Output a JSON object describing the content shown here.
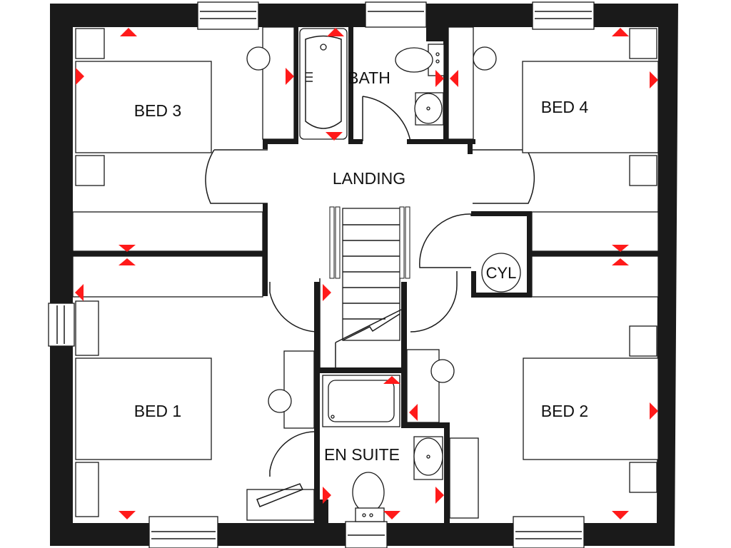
{
  "plan": {
    "colors": {
      "wall": "#1a1a1a",
      "background": "#ffffff",
      "marker": "#ff1a1a",
      "line": "#1a1a1a"
    },
    "rooms": {
      "bed3": "BED 3",
      "bath": "BATH",
      "bed4": "BED 4",
      "landing": "LANDING",
      "cyl": "CYL",
      "bed1": "BED 1",
      "en_suite": "EN SUITE",
      "bed2": "BED 2"
    },
    "icons": [
      "socket-marker-icon",
      "window-icon",
      "door-swing-icon",
      "bath-icon",
      "wc-icon",
      "basin-icon",
      "shower-icon",
      "stairs-icon",
      "bed-icon",
      "ceiling-light-icon",
      "cylinder-icon",
      "towel-rail-icon"
    ]
  }
}
